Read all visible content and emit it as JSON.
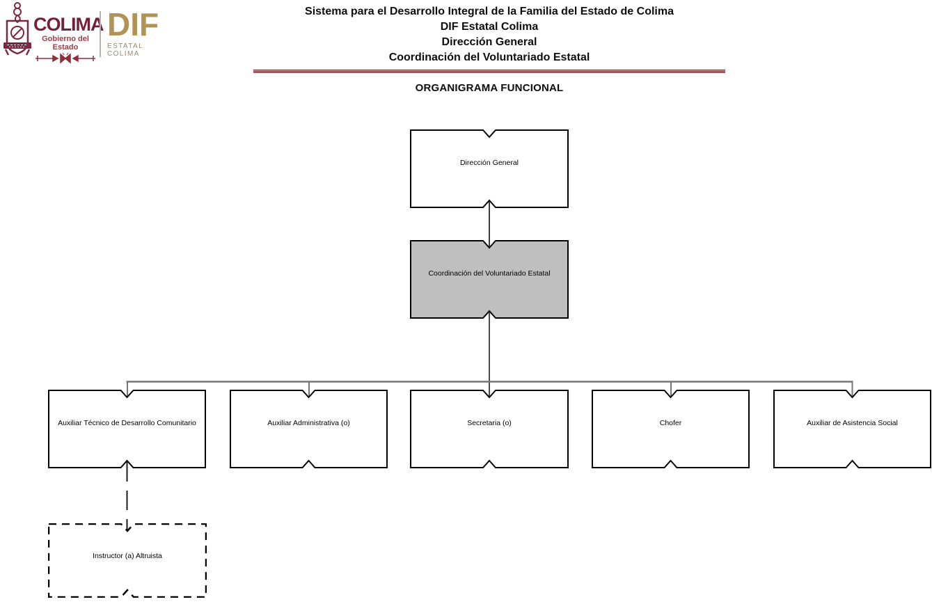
{
  "logo": {
    "colima_wordmark": "COLIMA",
    "colima_tagline": "Gobierno del Estado",
    "dif_wordmark": "DIF",
    "dif_tagline": "ESTATAL COLIMA"
  },
  "header": {
    "lines": [
      "Sistema para el Desarrollo Integral de la Familia del Estado de Colima",
      "DIF Estatal Colima",
      "Dirección General",
      "Coordinación del Voluntariado Estatal"
    ],
    "section_title": "ORGANIGRAMA FUNCIONAL"
  },
  "org_chart": {
    "root": {
      "label": "Dirección General"
    },
    "coordinator": {
      "label": "Coordinación del Voluntariado Estatal",
      "fill": "#bfbfbf"
    },
    "children": [
      {
        "label": "Auxiliar Técnico de Desarrollo Comunitario"
      },
      {
        "label": "Auxiliar Administrativa (o)"
      },
      {
        "label": "Secretaria (o)"
      },
      {
        "label": "Chofer"
      },
      {
        "label": "Auxiliar de Asistencia Social"
      }
    ],
    "honorary": {
      "label": "Instructor (a) Altruista",
      "border_style": "dashed"
    }
  },
  "colors": {
    "brand_maroon": "#75203a",
    "brand_red": "#a13d44",
    "dif_gold": "#b09355",
    "divider_dark": "#692d32",
    "divider_light": "#9d565b",
    "highlight_box_fill": "#bfbfbf",
    "connector_gray": "#757575",
    "box_border": "#000000"
  }
}
